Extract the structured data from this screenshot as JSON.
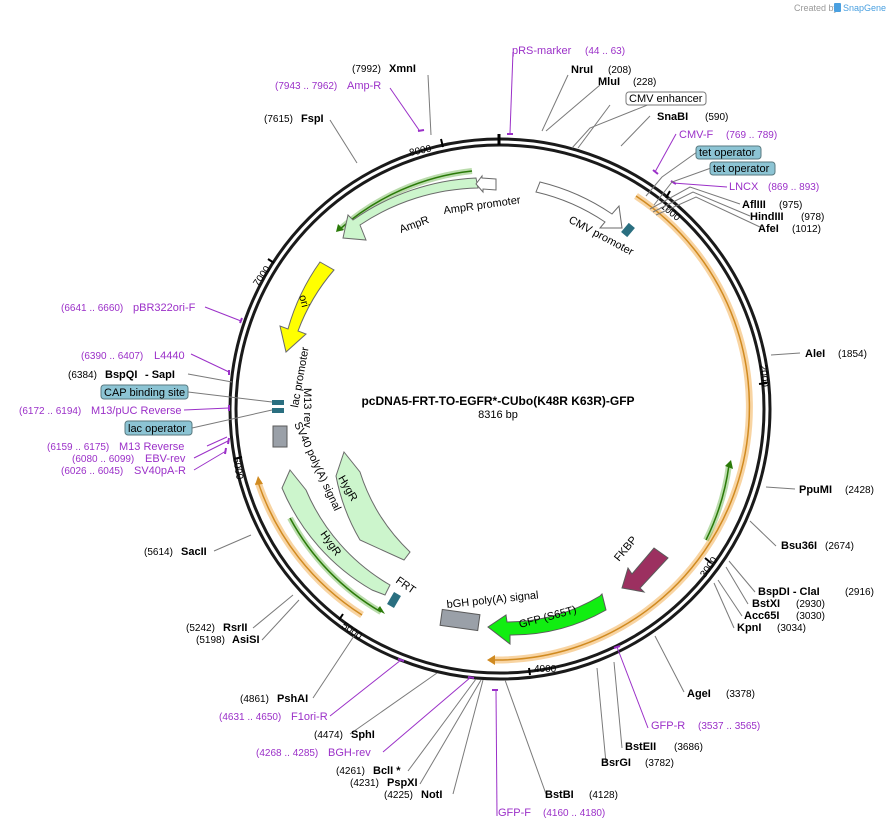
{
  "credit": {
    "prefix": "Created by",
    "brand": "SnapGene"
  },
  "title": "pcDNA5-FRT-TO-EGFR*-CUbo(K48R K63R)-GFP",
  "size_label": "8316 bp",
  "ticks": [
    "1000",
    "2000",
    "3000",
    "4000",
    "5000",
    "6000",
    "7000",
    "8000"
  ],
  "sites": [
    {
      "pos": "(7992)",
      "name": "XmnI"
    },
    {
      "pos": "(7615)",
      "name": "FspI"
    },
    {
      "pos": "(208)",
      "name": "NruI"
    },
    {
      "pos": "(228)",
      "name": "MluI"
    },
    {
      "pos": "(590)",
      "name": "SnaBI"
    },
    {
      "pos": "(975)",
      "name": "AflIII"
    },
    {
      "pos": "(978)",
      "name": "HindIII"
    },
    {
      "pos": "(1012)",
      "name": "AfeI"
    },
    {
      "pos": "(1854)",
      "name": "AleI"
    },
    {
      "pos": "(2428)",
      "name": "PpuMI"
    },
    {
      "pos": "(2674)",
      "name": "Bsu36I"
    },
    {
      "pos": "(2916)",
      "name": "BspDI - ClaI"
    },
    {
      "pos": "(2930)",
      "name": "BstXI"
    },
    {
      "pos": "(3030)",
      "name": "Acc65I"
    },
    {
      "pos": "(3034)",
      "name": "KpnI"
    },
    {
      "pos": "(3378)",
      "name": "AgeI"
    },
    {
      "pos": "(3686)",
      "name": "BstEII"
    },
    {
      "pos": "(3782)",
      "name": "BsrGI"
    },
    {
      "pos": "(4128)",
      "name": "BstBI"
    },
    {
      "pos": "(4225)",
      "name": "NotI"
    },
    {
      "pos": "(4231)",
      "name": "PspXI"
    },
    {
      "pos": "(4261)",
      "name": "BclI *"
    },
    {
      "pos": "(4474)",
      "name": "SphI"
    },
    {
      "pos": "(4861)",
      "name": "PshAI"
    },
    {
      "pos": "(5198)",
      "name": "AsiSI"
    },
    {
      "pos": "(5242)",
      "name": "RsrII"
    },
    {
      "pos": "(5614)",
      "name": "SacII"
    },
    {
      "pos": "(6384)",
      "name": "BspQI"
    },
    {
      "pos": "",
      "name": "- SapI"
    }
  ],
  "primers": [
    {
      "range": "(7943 .. 7962)",
      "name": "Amp-R"
    },
    {
      "range": "(44 .. 63)",
      "name": "pRS-marker"
    },
    {
      "range": "(769 .. 789)",
      "name": "CMV-F"
    },
    {
      "range": "(869 .. 893)",
      "name": "LNCX"
    },
    {
      "range": "(3537 .. 3565)",
      "name": "GFP-R"
    },
    {
      "range": "(4160 .. 4180)",
      "name": "GFP-F"
    },
    {
      "range": "(4268 .. 4285)",
      "name": "BGH-rev"
    },
    {
      "range": "(4631 .. 4650)",
      "name": "F1ori-R"
    },
    {
      "range": "(6026 .. 6045)",
      "name": "SV40pA-R"
    },
    {
      "range": "(6080 .. 6099)",
      "name": "EBV-rev"
    },
    {
      "range": "(6159 .. 6175)",
      "name": "M13 Reverse"
    },
    {
      "range": "(6172 .. 6194)",
      "name": "M13/pUC Reverse"
    },
    {
      "range": "(6390 .. 6407)",
      "name": "L4440"
    },
    {
      "range": "(6641 .. 6660)",
      "name": "pBR322ori-F"
    }
  ],
  "boxed": [
    {
      "name": "CMV enhancer",
      "style": "white"
    },
    {
      "name": "tet operator",
      "style": "teal"
    },
    {
      "name": "tet operator",
      "style": "teal"
    },
    {
      "name": "CAP binding site",
      "style": "teal"
    },
    {
      "name": "lac operator",
      "style": "teal"
    }
  ],
  "features": {
    "ampr": "AmpR",
    "ampr_promoter": "AmpR promoter",
    "cmv_promoter": "CMV promoter",
    "ori": "ori",
    "lac_promoter": "lac promoter",
    "m13_rev": "M13 rev",
    "sv40_polya": "SV40 poly(A) signal",
    "hygr_1": "HygR",
    "hygr_2": "HygR",
    "frt": "FRT",
    "bgh": "bGH poly(A) signal",
    "gfp": "GFP (S65T)",
    "fkbp": "FKBP"
  },
  "colors": {
    "backbone": "#1a1a1a",
    "primer": "#9b30c8",
    "ampr_fill": "#ccf5cc",
    "ori_fill": "#ffff00",
    "gfp_fill": "#11ee11",
    "fkbp_fill": "#9c3060",
    "orf_orange": "#f0a030",
    "orf_green": "#3a9a10",
    "teal": "#8cc4d4"
  }
}
